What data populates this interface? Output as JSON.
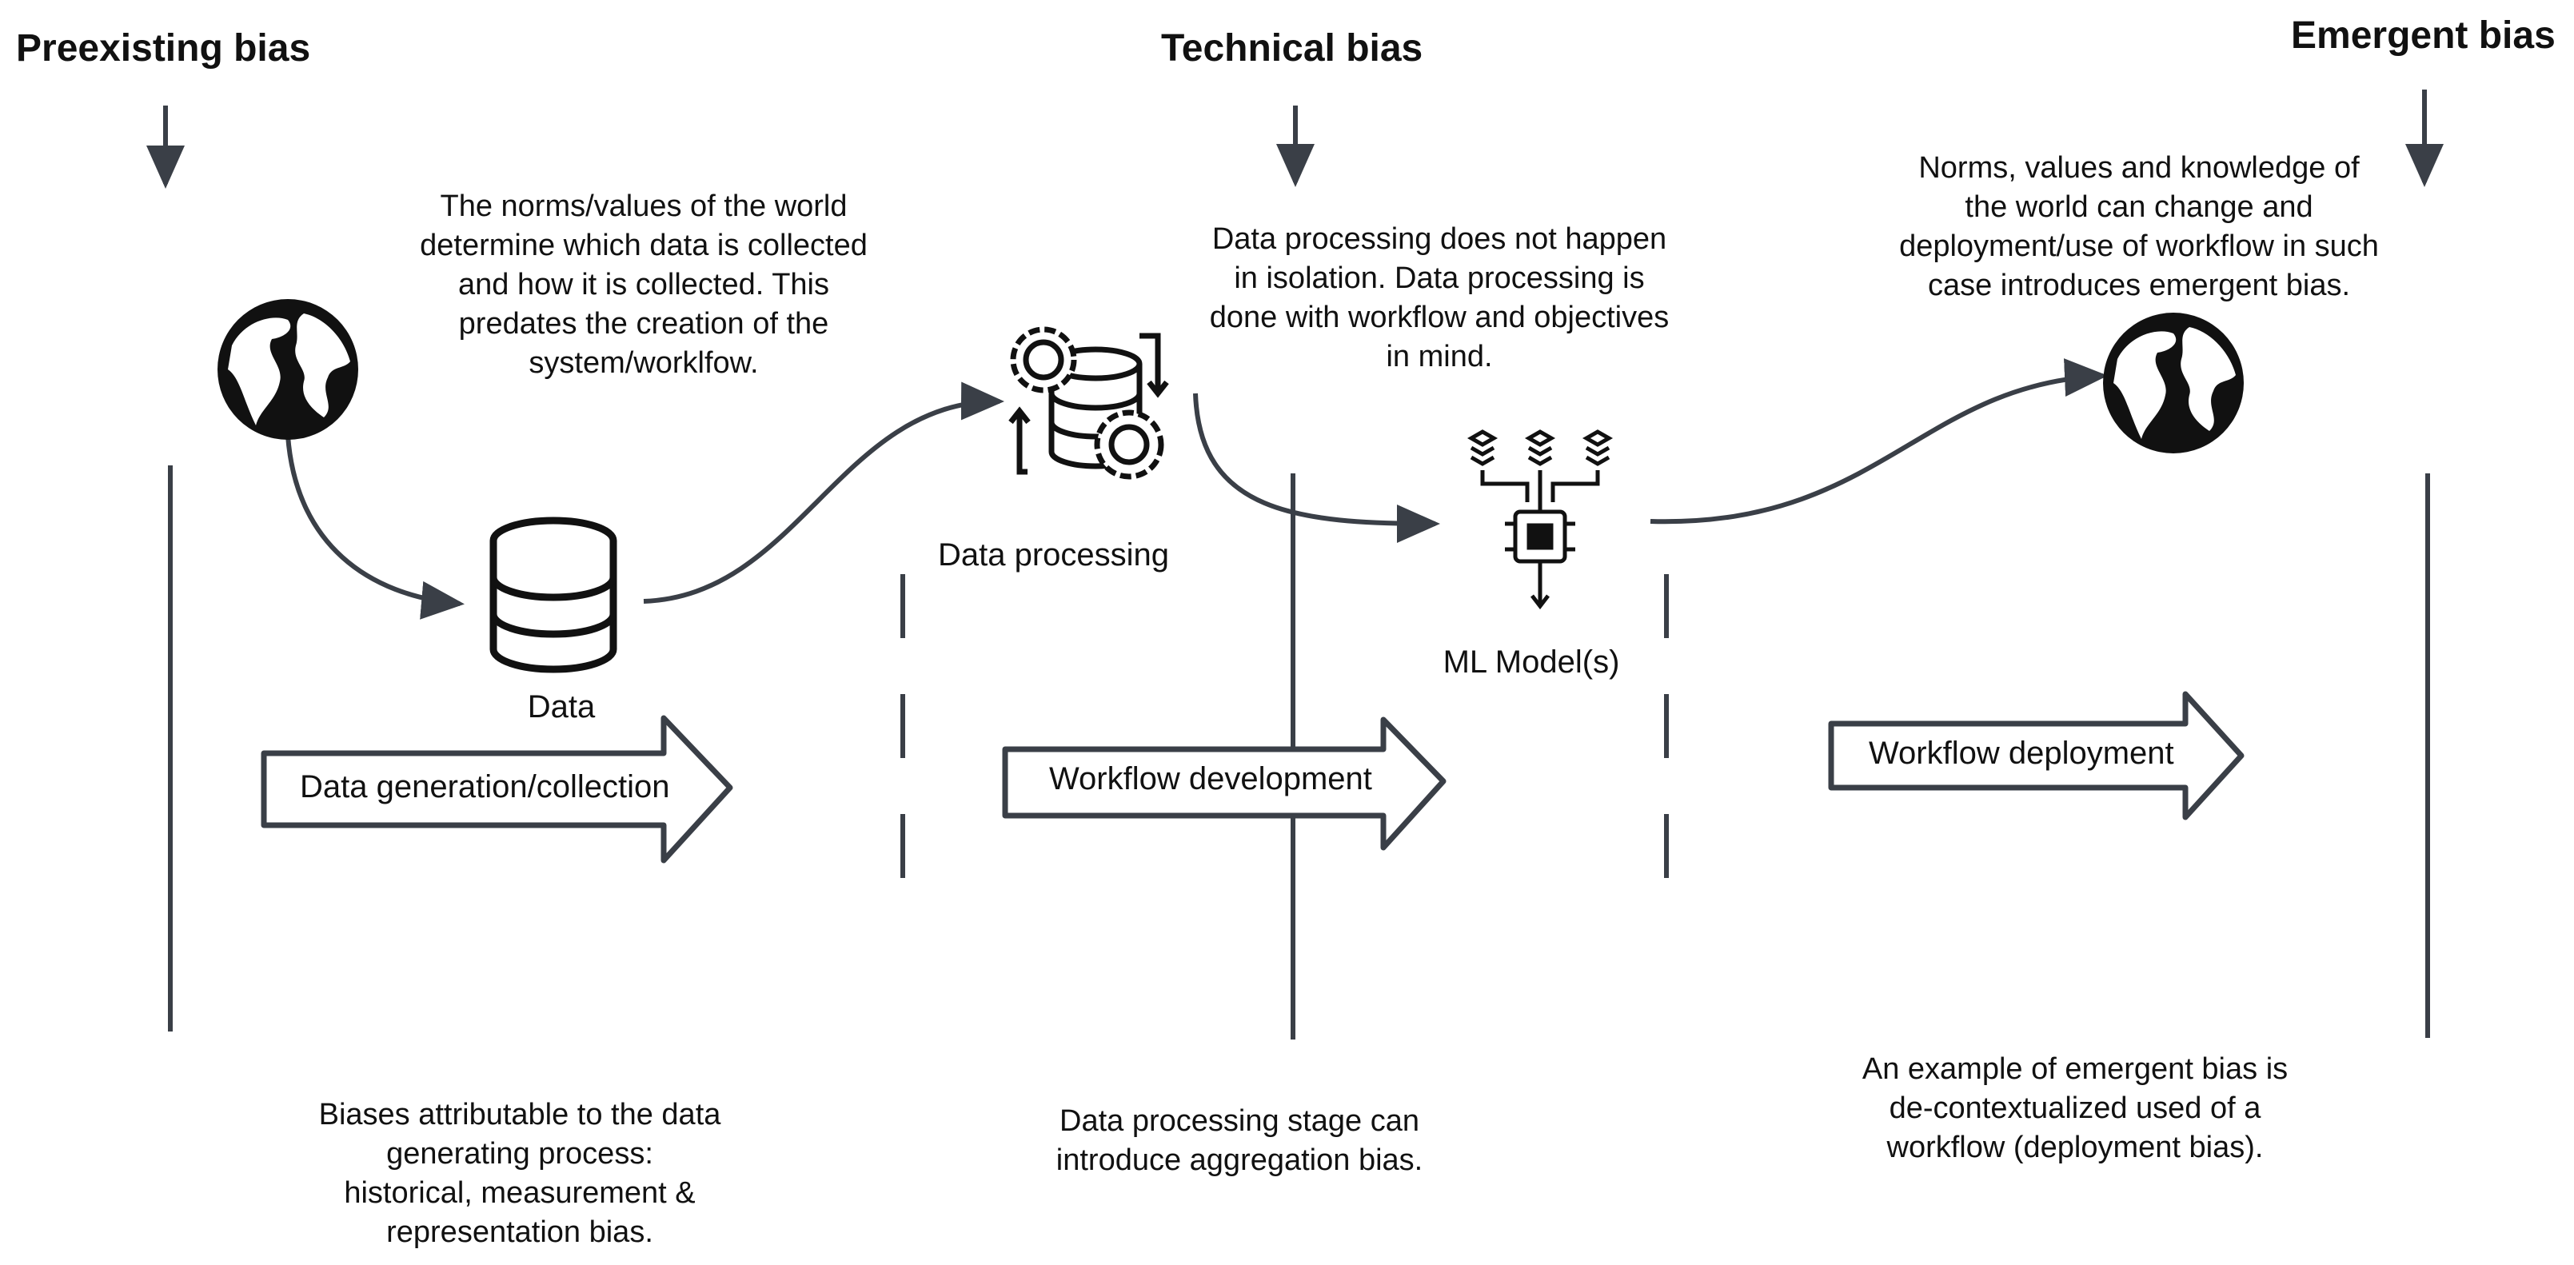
{
  "headings": {
    "preexisting": "Preexisting bias",
    "technical": "Technical bias",
    "emergent": "Emergent bias"
  },
  "descriptions": {
    "norms_world": [
      "The norms/values  of the world",
      "determine which data is collected",
      "and how it is collected. This",
      "predates the creation of the",
      "system/worklfow."
    ],
    "processing_isolation": [
      "Data processing does not happen",
      "in isolation. Data processing is",
      "done with workflow and objectives",
      "in mind."
    ],
    "norms_change": [
      "Norms, values  and knowledge of",
      "the world can change and",
      "deployment/use of workflow in such",
      "case introduces emergent bias."
    ]
  },
  "nodes": {
    "data": {
      "label": "Data",
      "icon": "database-icon"
    },
    "data_processing": {
      "label": "Data processing",
      "icon": "gears-database-icon"
    },
    "ml_model": {
      "label": "ML Model(s)",
      "icon": "chip-layers-icon"
    },
    "world_left": {
      "icon": "globe-icon"
    },
    "world_right": {
      "icon": "globe-icon"
    }
  },
  "stages": {
    "generation": "Data generation/collection",
    "development": "Workflow development",
    "deployment": "Workflow deployment"
  },
  "footnotes": {
    "preexisting": [
      "Biases  attributable to the data",
      "generating  process:",
      "historical, measurement &",
      "representation bias."
    ],
    "technical": [
      "Data processing stage can",
      "introduce aggregation bias."
    ],
    "emergent": [
      "An example of emergent bias is",
      "de-contextualized used of a",
      "workflow (deployment bias)."
    ]
  },
  "colors": {
    "line": "#3a3f47",
    "icon": "#111111",
    "arrow_outline": "#3a3f47"
  }
}
